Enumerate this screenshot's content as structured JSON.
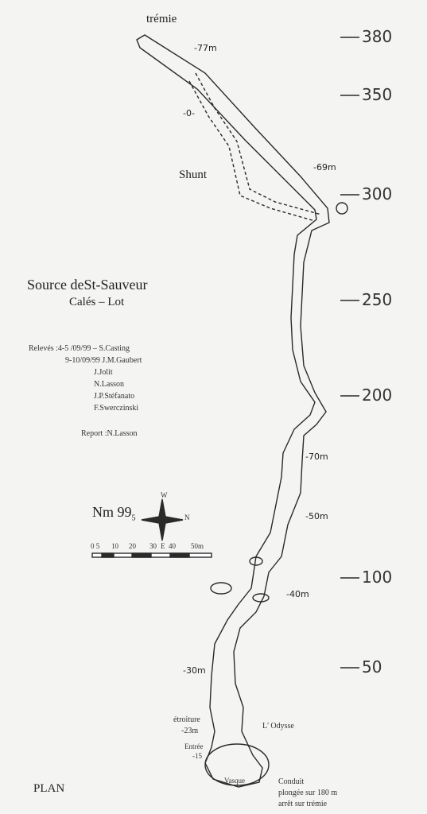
{
  "top_label": "trémie",
  "shunt_label": "Shunt",
  "depth_top": "-77m",
  "depth_0": "-0-",
  "depth_69": "-69m",
  "depth_70": "-70m",
  "depth_50": "-50m",
  "depth_40": "-40m",
  "depth_30": "-30m",
  "title": "Source deSt-Sauveur",
  "subtitle": "Calés – Lot",
  "releves_label": "Relevés :4-5 /09/99 – S.Casting",
  "releves_lines": [
    "9-10/09/99  J.M.Gaubert",
    "J.Jolit",
    "N.Lasson",
    "J.P.Stéfanato",
    "F.Swerczinski"
  ],
  "report": "Report :N.Lasson",
  "north_label": "Nm 99",
  "north_sub": "5",
  "compass": {
    "w": "W",
    "n": "N",
    "e": "E"
  },
  "scale_labels": [
    "0 5",
    "10",
    "20",
    "30",
    "40",
    "50m"
  ],
  "distance_marks": [
    "380",
    "350",
    "300",
    "250",
    "200",
    "100",
    "50"
  ],
  "etroiture": "étroiture",
  "etroiture_depth": "-23m",
  "entree": "Entrée",
  "entree_depth": "-15",
  "odysse": "L' Odysse",
  "conduit": "Conduit",
  "plongee": "plongée sur 180 m",
  "arret": "arrêt sur trémie",
  "vasque": "Vasque",
  "plan": "PLAN",
  "colors": {
    "ink": "#2a2a2a",
    "paper": "#f4f4f2"
  }
}
